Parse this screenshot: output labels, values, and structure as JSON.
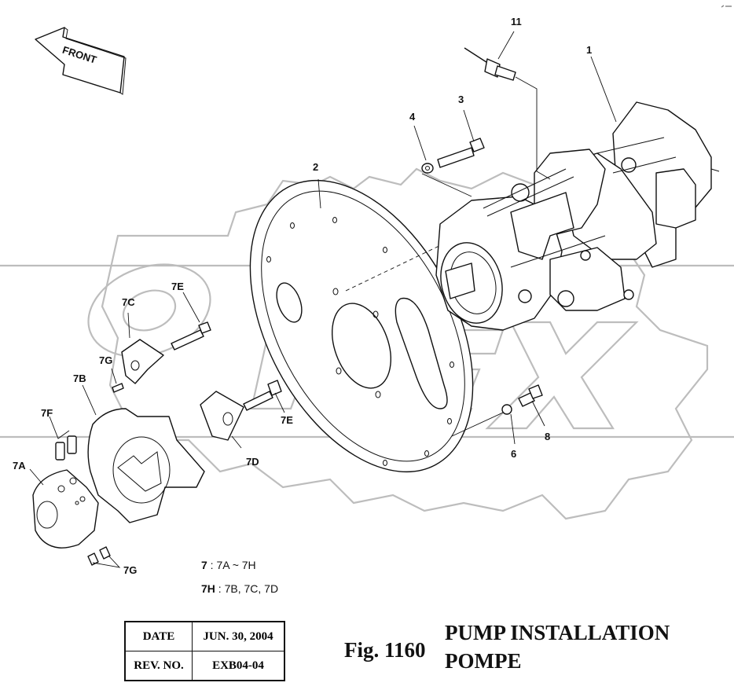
{
  "figure": {
    "number_label": "Fig. 1160",
    "title_line1": "PUMP INSTALLATION",
    "title_line2": "POMPE"
  },
  "revision_table": {
    "date_label": "DATE",
    "date_value": "JUN. 30, 2004",
    "rev_label": "REV. NO.",
    "rev_value": "EXB04-04"
  },
  "direction_arrow": {
    "label": "FRONT",
    "icon": "arrow-left-icon"
  },
  "notes": [
    {
      "key": "7",
      "value": " : 7A ~ 7H"
    },
    {
      "key": "7H",
      "value": " : 7B, 7C, 7D"
    }
  ],
  "callouts": {
    "c1": "1",
    "c2": "2",
    "c3": "3",
    "c4": "4",
    "c6": "6",
    "c8": "8",
    "c11": "11",
    "c7a": "7A",
    "c7b": "7B",
    "c7c": "7C",
    "c7d": "7D",
    "c7e_top": "7E",
    "c7e_bottom": "7E",
    "c7f": "7F",
    "c7g_top": "7G",
    "c7g_bottom": "7G"
  },
  "watermark": {
    "text": "OPEX",
    "color": "#bdbdbd"
  }
}
